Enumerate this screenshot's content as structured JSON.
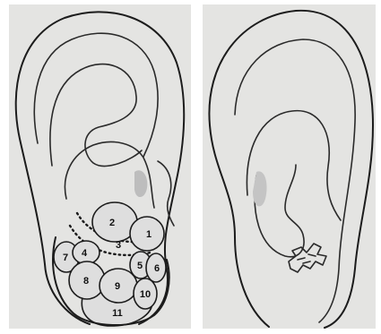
{
  "diagram": {
    "panels": [
      "front-ear",
      "back-ear"
    ],
    "zones": [
      {
        "id": "zone-1",
        "label": "1"
      },
      {
        "id": "zone-2",
        "label": "2"
      },
      {
        "id": "zone-3",
        "label": "3"
      },
      {
        "id": "zone-4",
        "label": "4"
      },
      {
        "id": "zone-5",
        "label": "5"
      },
      {
        "id": "zone-6",
        "label": "6"
      },
      {
        "id": "zone-7",
        "label": "7"
      },
      {
        "id": "zone-8",
        "label": "8"
      },
      {
        "id": "zone-9",
        "label": "9"
      },
      {
        "id": "zone-10",
        "label": "10"
      },
      {
        "id": "zone-11",
        "label": "11"
      }
    ],
    "colors": {
      "panel_background": "#e4e4e2",
      "outline": "#1c1c1c",
      "zone_fill": "#dedede",
      "page_background": "#ffffff"
    }
  }
}
